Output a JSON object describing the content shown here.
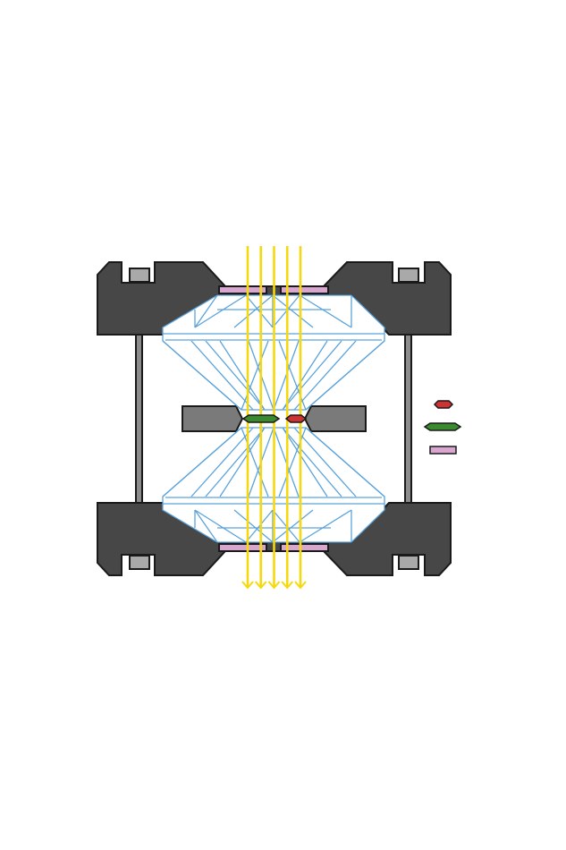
{
  "diagram": {
    "kind": "diamond-anvil-cell-cross-section",
    "colors": {
      "background": "#ffffff",
      "body": "#474747",
      "body_stroke": "#1a1a1a",
      "grey_light": "#a9a9a9",
      "gasket": "#7a7a7a",
      "rod": "#8c8c8c",
      "diamond_fill": "#ffffff",
      "diamond_edge": "#5ba3dc",
      "beam": "#f6d80f",
      "seat_pink": "#d9a6cf",
      "sample_green": "#3a8a2e",
      "sample_red": "#cf3232"
    },
    "legend": {
      "items": [
        {
          "name": "red-marker",
          "color": "#cf3232"
        },
        {
          "name": "green-marker",
          "color": "#3a8a2e"
        },
        {
          "name": "pink-marker",
          "color": "#d9a6cf"
        }
      ]
    },
    "beams": {
      "count": 5,
      "direction": "downward"
    }
  }
}
